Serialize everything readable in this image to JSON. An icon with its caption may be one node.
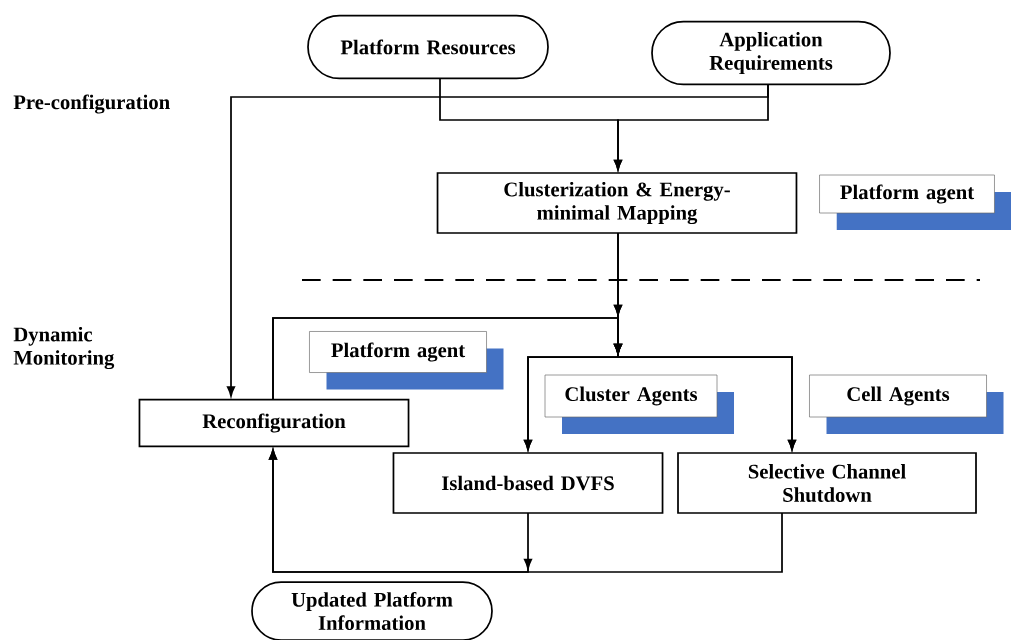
{
  "diagram": {
    "nodes": [
      {
        "text": [
          "Platform Resources"
        ]
      },
      {
        "text": [
          "Application Requirements"
        ]
      },
      {
        "text": [
          "Clusterization & Energy-minimal Mapping"
        ]
      },
      {
        "text": [
          "Platform agent"
        ]
      },
      {
        "text": [
          "Platform agent"
        ]
      },
      {
        "text": [
          "Cluster Agents"
        ]
      },
      {
        "text": [
          "Cell Agents"
        ]
      },
      {
        "text": [
          "Reconfiguration"
        ]
      },
      {
        "text": [
          "Island-based DVFS"
        ]
      },
      {
        "text": [
          "Selective Channel Shutdown"
        ]
      },
      {
        "text": [
          "Updated Platform Information"
        ]
      }
    ],
    "edges": [
      {
        "from": 0,
        "to": 2,
        "arrow": "to"
      },
      {
        "from": 1,
        "to": 2,
        "arrow": "to"
      },
      {
        "from": 1,
        "to": 7,
        "arrow": "to"
      },
      {
        "from": 2,
        "to": 8,
        "arrow": "to"
      },
      {
        "from": 2,
        "to": 9,
        "arrow": "to"
      },
      {
        "from": 7,
        "to": 8,
        "arrow": "to"
      },
      {
        "from": 7,
        "to": 9,
        "arrow": "to"
      },
      {
        "from": 8,
        "to": 7,
        "arrow": "to"
      },
      {
        "from": 9,
        "to": 7,
        "arrow": "to"
      }
    ],
    "labels": [
      "Pre-configuration",
      "Dynamic Monitoring"
    ]
  }
}
